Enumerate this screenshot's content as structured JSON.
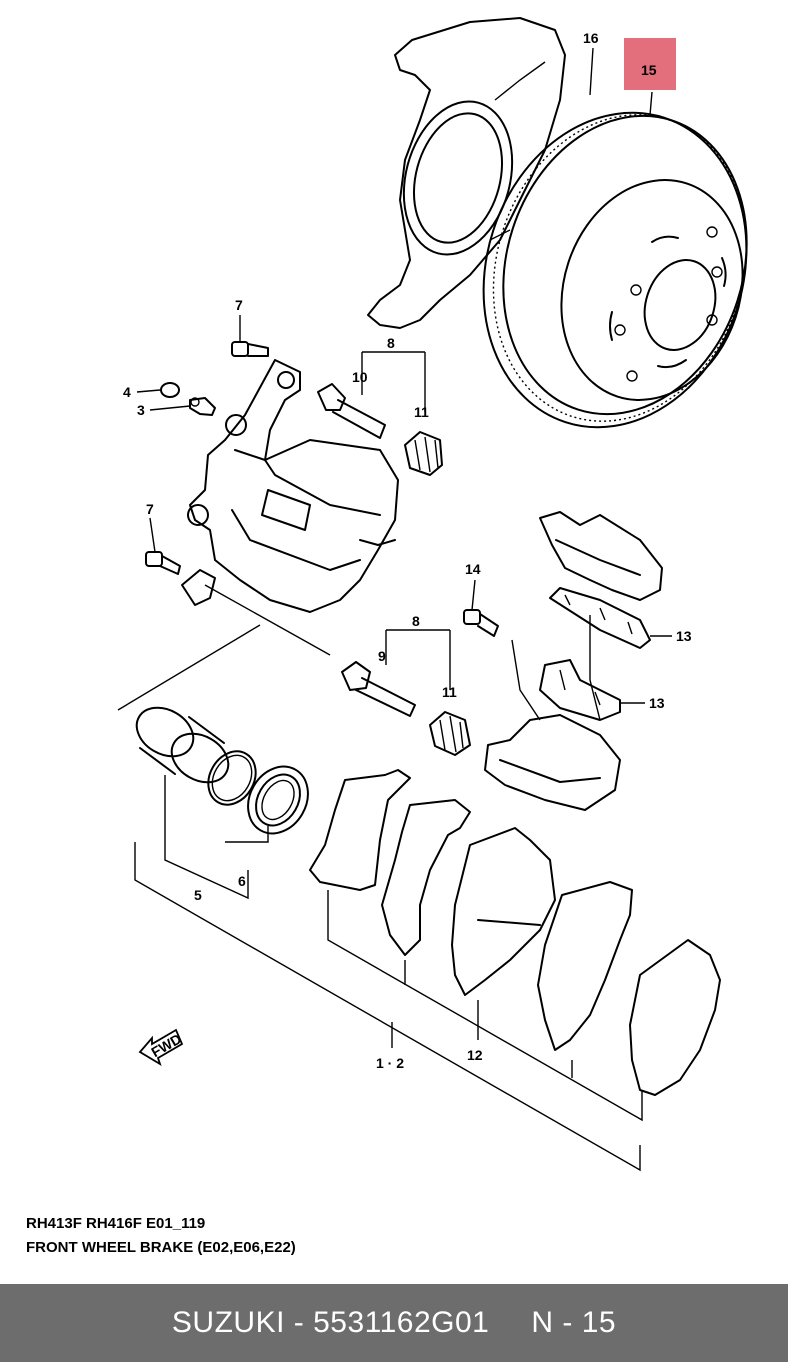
{
  "diagram": {
    "callouts": [
      {
        "id": "c16",
        "text": "16"
      },
      {
        "id": "c15",
        "text": "15",
        "highlighted": true
      },
      {
        "id": "c7a",
        "text": "7"
      },
      {
        "id": "c8a",
        "text": "8"
      },
      {
        "id": "c10",
        "text": "10"
      },
      {
        "id": "c4",
        "text": "4"
      },
      {
        "id": "c3",
        "text": "3"
      },
      {
        "id": "c11a",
        "text": "11"
      },
      {
        "id": "c7b",
        "text": "7"
      },
      {
        "id": "c14",
        "text": "14"
      },
      {
        "id": "c8b",
        "text": "8"
      },
      {
        "id": "c13a",
        "text": "13"
      },
      {
        "id": "c9",
        "text": "9"
      },
      {
        "id": "c13b",
        "text": "13"
      },
      {
        "id": "c11b",
        "text": "11"
      },
      {
        "id": "c5",
        "text": "5"
      },
      {
        "id": "c6",
        "text": "6"
      },
      {
        "id": "c12",
        "text": "12"
      },
      {
        "id": "c12b",
        "text": "1 · 2"
      }
    ],
    "fwd_badge": "FWD",
    "highlight_color": "#e36e7c"
  },
  "caption": {
    "line1": "RH413F RH416F E01_119",
    "line2": "FRONT WHEEL BRAKE (E02,E06,E22)"
  },
  "footer": {
    "brand_part": "SUZUKI - 5531162G01",
    "page_ref": "N - 15",
    "background": "#6d6d6d"
  }
}
